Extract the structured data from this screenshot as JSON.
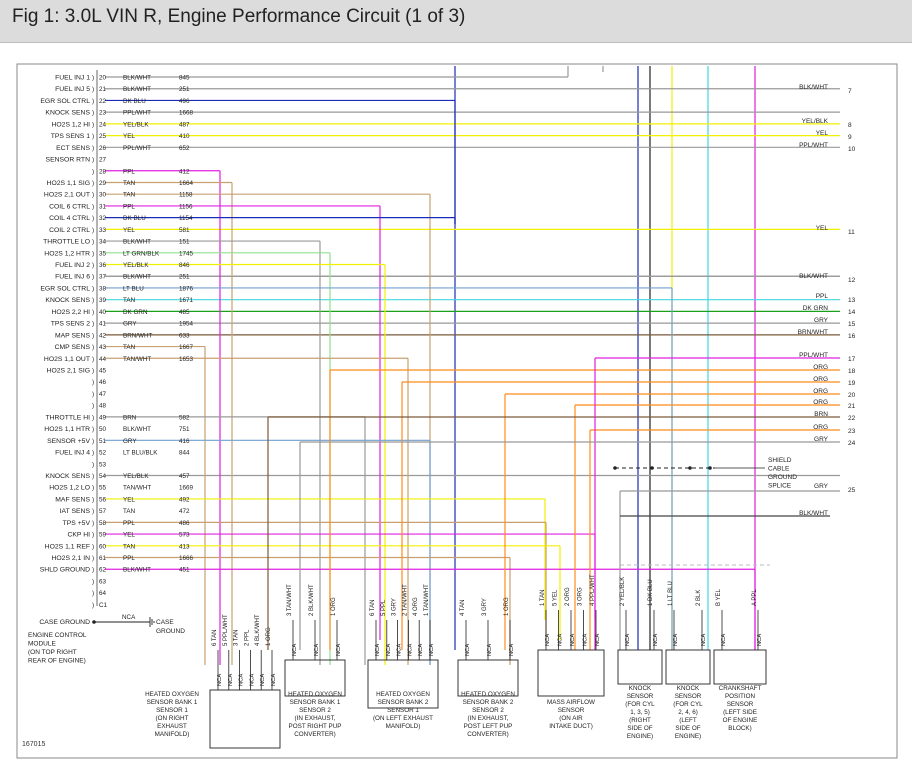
{
  "title": "Fig 1: 3.0L VIN R, Engine Performance Circuit (1 of 3)",
  "figure_number": "167015",
  "colors": {
    "pink": "#e020e0",
    "orange": "#ff8c1a",
    "yellow": "#f0f000",
    "tan": "#c8a070",
    "blue": "#1a2bb8",
    "cyan": "#40d8e0",
    "green": "#1aa01a",
    "gray": "#999999",
    "black": "#222222",
    "brown": "#7a5a3a",
    "ltgreen": "#8fe08f",
    "ltblue": "#70a0d0"
  },
  "pins": [
    {
      "num": "20",
      "label": "FUEL INJ 1",
      "wire": "BLK/WHT",
      "circuit": "845"
    },
    {
      "num": "21",
      "label": "FUEL INJ 5",
      "wire": "BLK/WHT",
      "circuit": "251"
    },
    {
      "num": "22",
      "label": "EGR SOL CTRL",
      "wire": "DK BLU",
      "circuit": "496"
    },
    {
      "num": "23",
      "label": "KNOCK SENS",
      "wire": "PPL/WHT",
      "circuit": "1668"
    },
    {
      "num": "24",
      "label": "HO2S 1,2 HI",
      "wire": "YEL/BLK",
      "circuit": "487"
    },
    {
      "num": "25",
      "label": "TPS SENS 1",
      "wire": "YEL",
      "circuit": "410"
    },
    {
      "num": "26",
      "label": "ECT SENS",
      "wire": "PPL/WHT",
      "circuit": "652"
    },
    {
      "num": "27",
      "label": "SENSOR RTN",
      "wire": "",
      "circuit": ""
    },
    {
      "num": "28",
      "label": "",
      "wire": "PPL",
      "circuit": "412"
    },
    {
      "num": "29",
      "label": "HO2S 1,1 SIG",
      "wire": "TAN",
      "circuit": "1664"
    },
    {
      "num": "30",
      "label": "HO2S 2,1 OUT",
      "wire": "TAN",
      "circuit": "1158"
    },
    {
      "num": "31",
      "label": "COIL 6 CTRL",
      "wire": "PPL",
      "circuit": "1156"
    },
    {
      "num": "32",
      "label": "COIL 4 CTRL",
      "wire": "DK BLU",
      "circuit": "1154"
    },
    {
      "num": "33",
      "label": "COIL 2 CTRL",
      "wire": "YEL",
      "circuit": "581"
    },
    {
      "num": "34",
      "label": "THROTTLE LO",
      "wire": "BLK/WHT",
      "circuit": "151"
    },
    {
      "num": "35",
      "label": "HO2S 1,2 HTR",
      "wire": "LT GRN/BLK",
      "circuit": "1745"
    },
    {
      "num": "36",
      "label": "FUEL INJ 2",
      "wire": "YEL/BLK",
      "circuit": "846"
    },
    {
      "num": "37",
      "label": "FUEL INJ 6",
      "wire": "BLK/WHT",
      "circuit": "251"
    },
    {
      "num": "38",
      "label": "EGR SOL CTRL",
      "wire": "LT BLU",
      "circuit": "1876"
    },
    {
      "num": "39",
      "label": "KNOCK SENS",
      "wire": "TAN",
      "circuit": "1671"
    },
    {
      "num": "40",
      "label": "HO2S 2,2 HI",
      "wire": "DK GRN",
      "circuit": "485"
    },
    {
      "num": "41",
      "label": "TPS SENS 2",
      "wire": "GRY",
      "circuit": "1954"
    },
    {
      "num": "42",
      "label": "MAP SENS",
      "wire": "BRN/WHT",
      "circuit": "633"
    },
    {
      "num": "43",
      "label": "CMP SENS",
      "wire": "TAN",
      "circuit": "1667"
    },
    {
      "num": "44",
      "label": "HO2S 1,1 OUT",
      "wire": "TAN/WHT",
      "circuit": "1653"
    },
    {
      "num": "45",
      "label": "HO2S 2,1 SIG",
      "wire": "",
      "circuit": ""
    },
    {
      "num": "46",
      "label": "",
      "wire": "",
      "circuit": ""
    },
    {
      "num": "47",
      "label": "",
      "wire": "",
      "circuit": ""
    },
    {
      "num": "48",
      "label": "",
      "wire": "",
      "circuit": ""
    },
    {
      "num": "49",
      "label": "THROTTLE HI",
      "wire": "BRN",
      "circuit": "582"
    },
    {
      "num": "50",
      "label": "HO2S 1,1 HTR",
      "wire": "BLK/WHT",
      "circuit": "751"
    },
    {
      "num": "51",
      "label": "SENSOR +5V",
      "wire": "GRY",
      "circuit": "416"
    },
    {
      "num": "52",
      "label": "FUEL INJ 4",
      "wire": "LT BLU/BLK",
      "circuit": "844"
    },
    {
      "num": "53",
      "label": "",
      "wire": "",
      "circuit": ""
    },
    {
      "num": "54",
      "label": "KNOCK SENS",
      "wire": "YEL/BLK",
      "circuit": "457"
    },
    {
      "num": "55",
      "label": "HO2S 1,2 LO",
      "wire": "TAN/WHT",
      "circuit": "1669"
    },
    {
      "num": "56",
      "label": "MAF SENS",
      "wire": "YEL",
      "circuit": "492"
    },
    {
      "num": "57",
      "label": "IAT SENS",
      "wire": "TAN",
      "circuit": "472"
    },
    {
      "num": "58",
      "label": "TPS +5V",
      "wire": "PPL",
      "circuit": "486"
    },
    {
      "num": "59",
      "label": "CKP HI",
      "wire": "YEL",
      "circuit": "573"
    },
    {
      "num": "60",
      "label": "HO2S 1,1 REF",
      "wire": "TAN",
      "circuit": "413"
    },
    {
      "num": "61",
      "label": "HO2S 2,1 IN",
      "wire": "PPL",
      "circuit": "1666"
    },
    {
      "num": "62",
      "label": "SHLD GROUND",
      "wire": "BLK/WHT",
      "circuit": "451"
    },
    {
      "num": "63",
      "label": "",
      "wire": "",
      "circuit": ""
    },
    {
      "num": "64",
      "label": "",
      "wire": "",
      "circuit": ""
    },
    {
      "num": "C1",
      "label": "",
      "wire": "",
      "circuit": ""
    }
  ],
  "right_labels": [
    {
      "text": "BLK/WHT",
      "num": "7"
    },
    {
      "text": "YEL/BLK",
      "num": "8"
    },
    {
      "text": "YEL",
      "num": "9"
    },
    {
      "text": "PPL/WHT",
      "num": "10"
    },
    {
      "text": "YEL",
      "num": "11"
    },
    {
      "text": "BLK/WHT",
      "num": "12"
    },
    {
      "text": "PPL",
      "num": "13"
    },
    {
      "text": "DK GRN",
      "num": "14"
    },
    {
      "text": "GRY",
      "num": "15"
    },
    {
      "text": "BRN/WHT",
      "num": "16"
    },
    {
      "text": "PPL/WHT",
      "num": "17"
    },
    {
      "text": "ORG",
      "num": "18"
    },
    {
      "text": "ORG",
      "num": "19"
    },
    {
      "text": "ORG",
      "num": "20"
    },
    {
      "text": "ORG",
      "num": "21"
    },
    {
      "text": "BRN",
      "num": "22"
    },
    {
      "text": "ORG",
      "num": "23"
    },
    {
      "text": "GRY",
      "num": "24"
    },
    {
      "text": "GRY",
      "num": "25"
    },
    {
      "text": "BLK/WHT",
      "num": ""
    }
  ],
  "shield_label": [
    "SHIELD",
    "CABLE",
    "GROUND",
    "SPLICE"
  ],
  "case_ground": {
    "pin_label": "CASE GROUND",
    "wire": "NCA",
    "label": [
      "CASE",
      "GROUND"
    ]
  },
  "ecm_label": [
    "ENGINE CONTROL",
    "MODULE",
    "(ON TOP RIGHT",
    "REAR OF ENGINE)"
  ],
  "components": [
    {
      "name": "ho2s-b1s1",
      "label": [
        "HEATED OXYGEN",
        "SENSOR BANK 1",
        "SENSOR 1",
        "(ON RIGHT",
        "EXHAUST",
        "MANIFOLD)"
      ],
      "pins": [
        "6 TAN",
        "5 PPL/WHT",
        "3 TAN",
        "2 PPL",
        "4 BLK/WHT",
        "1 ORG"
      ]
    },
    {
      "name": "ho2s-b1s2",
      "label": [
        "HEATED OXYGEN",
        "SENSOR BANK 1",
        "SENSOR 2",
        "(IN EXHAUST,",
        "POST RIGHT PUP",
        "CONVERTER)"
      ],
      "pins": [
        "3 TAN/WHT",
        "2 BLK/WHT",
        "1 ORG"
      ]
    },
    {
      "name": "ho2s-b2s1",
      "label": [
        "HEATED OXYGEN",
        "SENSOR BANK 2",
        "SENSOR 1",
        "(ON LEFT EXHAUST",
        "MANIFOLD)"
      ],
      "pins": [
        "6 TAN",
        "5 PPL",
        "3 GRY",
        "2 TAN/WHT",
        "4 ORG",
        "1 TAN/WHT"
      ]
    },
    {
      "name": "ho2s-b2s2",
      "label": [
        "HEATED OXYGEN",
        "SENSOR BANK 2",
        "SENSOR 2",
        "(IN EXHAUST,",
        "POST LEFT PUP",
        "CONVERTER)"
      ],
      "pins": [
        "4 TAN",
        "3 GRY",
        "1 ORG"
      ]
    },
    {
      "name": "maf-sensor",
      "label": [
        "MASS AIRFLOW",
        "SENSOR",
        "(ON AIR",
        "INTAKE DUCT)"
      ],
      "pins": [
        "1 TAN",
        "5 YEL",
        "2 ORG",
        "3 ORG",
        "4 PPL/WHT"
      ]
    },
    {
      "name": "knock-sensor-right",
      "label": [
        "KNOCK",
        "SENSOR",
        "(FOR CYL",
        "1, 3, 5)",
        "(RIGHT",
        "SIDE OF",
        "ENGINE)"
      ],
      "pins": [
        "2 YEL/BLK",
        "1 DK BLU"
      ]
    },
    {
      "name": "knock-sensor-left",
      "label": [
        "KNOCK",
        "SENSOR",
        "(FOR CYL",
        "2, 4, 6)",
        "(LEFT",
        "SIDE OF",
        "ENGINE)"
      ],
      "pins": [
        "1 LT BLU",
        "2 BLK"
      ]
    },
    {
      "name": "ckp-sensor",
      "label": [
        "CRANKSHAFT",
        "POSITION",
        "SENSOR",
        "(LEFT SIDE",
        "OF ENGINE",
        "BLOCK)"
      ],
      "pins": [
        "B YEL",
        "A PPL"
      ]
    }
  ],
  "nca": "NCA"
}
